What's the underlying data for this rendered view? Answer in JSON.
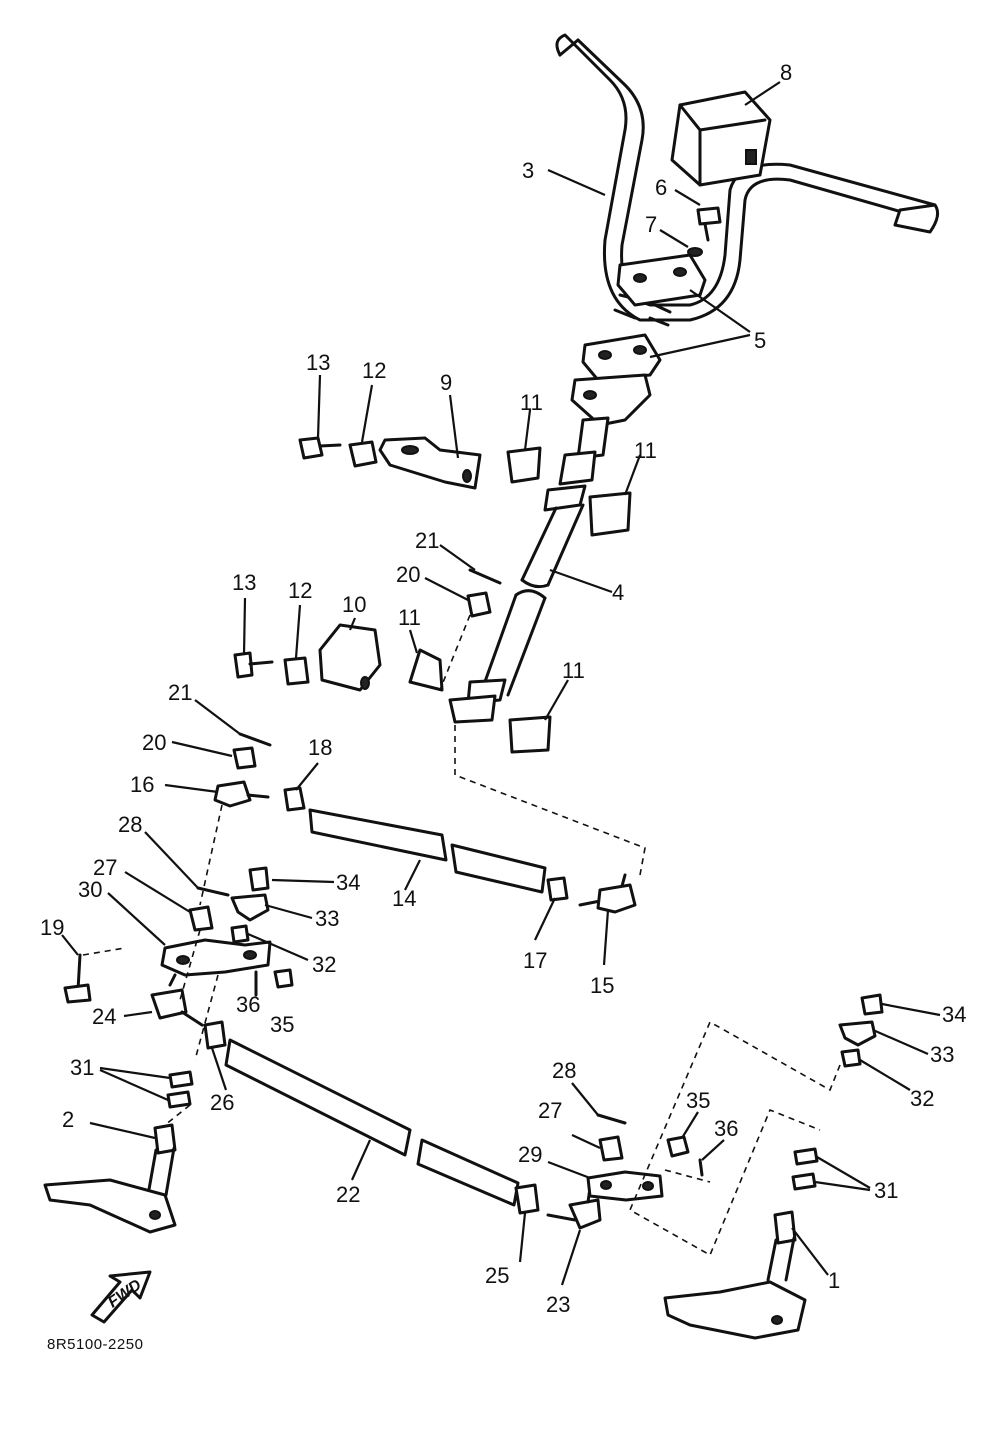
{
  "diagram": {
    "type": "exploded-parts-diagram",
    "catalog_code": "8R5100-2250",
    "fwd_label": "FWD",
    "callouts": [
      {
        "id": "c1",
        "label": "1"
      },
      {
        "id": "c2",
        "label": "2"
      },
      {
        "id": "c3",
        "label": "3"
      },
      {
        "id": "c4",
        "label": "4"
      },
      {
        "id": "c5",
        "label": "5"
      },
      {
        "id": "c6",
        "label": "6"
      },
      {
        "id": "c7",
        "label": "7"
      },
      {
        "id": "c8",
        "label": "8"
      },
      {
        "id": "c9",
        "label": "9"
      },
      {
        "id": "c10",
        "label": "10"
      },
      {
        "id": "c11a",
        "label": "11"
      },
      {
        "id": "c11b",
        "label": "11"
      },
      {
        "id": "c11c",
        "label": "11"
      },
      {
        "id": "c11d",
        "label": "11"
      },
      {
        "id": "c12a",
        "label": "12"
      },
      {
        "id": "c12b",
        "label": "12"
      },
      {
        "id": "c13a",
        "label": "13"
      },
      {
        "id": "c13b",
        "label": "13"
      },
      {
        "id": "c14",
        "label": "14"
      },
      {
        "id": "c15",
        "label": "15"
      },
      {
        "id": "c16",
        "label": "16"
      },
      {
        "id": "c17",
        "label": "17"
      },
      {
        "id": "c18",
        "label": "18"
      },
      {
        "id": "c19",
        "label": "19"
      },
      {
        "id": "c20a",
        "label": "20"
      },
      {
        "id": "c20b",
        "label": "20"
      },
      {
        "id": "c21a",
        "label": "21"
      },
      {
        "id": "c21b",
        "label": "21"
      },
      {
        "id": "c22",
        "label": "22"
      },
      {
        "id": "c23",
        "label": "23"
      },
      {
        "id": "c24",
        "label": "24"
      },
      {
        "id": "c25",
        "label": "25"
      },
      {
        "id": "c26",
        "label": "26"
      },
      {
        "id": "c27a",
        "label": "27"
      },
      {
        "id": "c27b",
        "label": "27"
      },
      {
        "id": "c28a",
        "label": "28"
      },
      {
        "id": "c28b",
        "label": "28"
      },
      {
        "id": "c29",
        "label": "29"
      },
      {
        "id": "c30",
        "label": "30"
      },
      {
        "id": "c31a",
        "label": "31"
      },
      {
        "id": "c31b",
        "label": "31"
      },
      {
        "id": "c32a",
        "label": "32"
      },
      {
        "id": "c32b",
        "label": "32"
      },
      {
        "id": "c33a",
        "label": "33"
      },
      {
        "id": "c33b",
        "label": "33"
      },
      {
        "id": "c34a",
        "label": "34"
      },
      {
        "id": "c34b",
        "label": "34"
      },
      {
        "id": "c35a",
        "label": "35"
      },
      {
        "id": "c35b",
        "label": "35"
      },
      {
        "id": "c36a",
        "label": "36"
      },
      {
        "id": "c36b",
        "label": "36"
      }
    ]
  }
}
